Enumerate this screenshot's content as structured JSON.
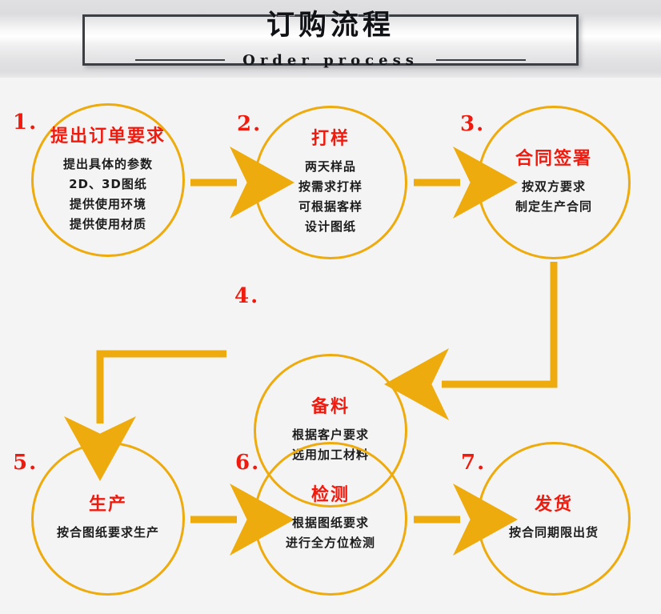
{
  "banner": {
    "title": "订购流程",
    "subtitle": "Order process"
  },
  "colors": {
    "accent": "#eeab0e",
    "title_red": "#ef1b0f",
    "body_black": "#1c1c1c",
    "banner_border": "#3b3e43",
    "background": "#f4f4f4"
  },
  "steps": [
    {
      "number": "1.",
      "title": "提出订单要求",
      "lines": [
        "提出具体的参数",
        "2D、3D图纸",
        "提供使用环境",
        "提供使用材质"
      ]
    },
    {
      "number": "2.",
      "title": "打样",
      "lines": [
        "两天样品",
        "按需求打样",
        "可根据客样",
        "设计图纸"
      ]
    },
    {
      "number": "3.",
      "title": "合同签署",
      "lines": [
        "按双方要求",
        "制定生产合同"
      ]
    },
    {
      "number": "4.",
      "title": "备料",
      "lines": [
        "根据客户要求",
        "选用加工材料"
      ]
    },
    {
      "number": "5.",
      "title": "生产",
      "lines": [
        "按合图纸要求生产"
      ]
    },
    {
      "number": "6.",
      "title": "检测",
      "lines": [
        "根据图纸要求",
        "进行全方位检测"
      ]
    },
    {
      "number": "7.",
      "title": "发货",
      "lines": [
        "按合同期限出货"
      ]
    }
  ],
  "connectors": [
    {
      "name": "arrow-step1-to-step2",
      "kind": "straight-right"
    },
    {
      "name": "arrow-step2-to-step3",
      "kind": "straight-right"
    },
    {
      "name": "arrow-step3-to-step4",
      "kind": "elbow-down-left"
    },
    {
      "name": "arrow-step4-to-step5",
      "kind": "elbow-left-down"
    },
    {
      "name": "arrow-step5-to-step6",
      "kind": "straight-right"
    },
    {
      "name": "arrow-step6-to-step7",
      "kind": "straight-right"
    }
  ]
}
